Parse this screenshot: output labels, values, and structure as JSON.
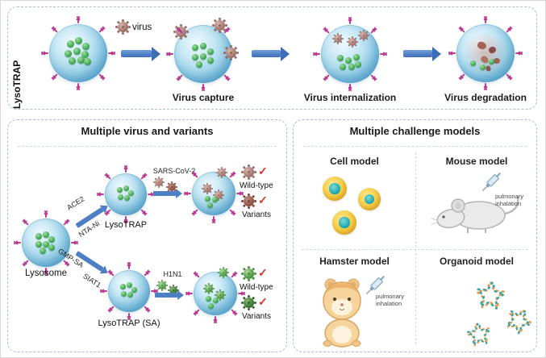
{
  "colors": {
    "arrow_blue": "#4d7fc4",
    "antibody_pink": "#bb3b94",
    "sphere_blue": "#9dd4ea",
    "enzyme_green": "#3aa34e",
    "virus_rosy": "#a87e76",
    "virus_green": "#57a04b",
    "check_red": "#d5352b"
  },
  "icons": {
    "checkmark": "✓"
  },
  "top_panel": {
    "side_label": "LysoTRAP",
    "virus_label": "virus",
    "caption_capture": "Virus capture",
    "caption_internalization": "Virus internalization",
    "caption_degradation": "Virus degradation"
  },
  "left_panel": {
    "title": "Multiple virus and variants",
    "lysosome_label": "Lysosome",
    "upper": {
      "receptor": "ACE2",
      "linker": "NTA-Ni",
      "node": "LysoTRAP",
      "virus": "SARS-CoV-2",
      "outcome1": "Wild-type",
      "outcome2": "Variants"
    },
    "lower": {
      "receptor": "GMP-SA",
      "linker": "SIAT1",
      "node": "LysoTRAP (SA)",
      "virus": "H1N1",
      "outcome1": "Wild-type",
      "outcome2": "Variants"
    }
  },
  "right_panel": {
    "title": "Multiple challenge models",
    "cell": "Cell model",
    "mouse": "Mouse model",
    "mouse_annotation": "pulmonary inhalation",
    "hamster": "Hamster model",
    "hamster_annotation": "pulmonary inhalation",
    "organoid": "Organoid model"
  }
}
